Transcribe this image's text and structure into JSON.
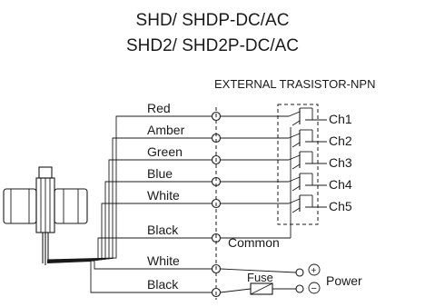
{
  "title_line1": "SHD/ SHDP-DC/AC",
  "title_line2": "SHD2/ SHD2P-DC/AC",
  "external_label": "EXTERNAL TRASISTOR-NPN",
  "wires": [
    {
      "label": "Red"
    },
    {
      "label": "Amber"
    },
    {
      "label": "Green"
    },
    {
      "label": "Blue"
    },
    {
      "label": "White"
    },
    {
      "label": "Black"
    },
    {
      "label": "White"
    },
    {
      "label": "Black"
    }
  ],
  "channels": [
    "Ch1",
    "Ch2",
    "Ch3",
    "Ch4",
    "Ch5"
  ],
  "common_label": "Common",
  "fuse_label": "Fuse",
  "power_label": "Power",
  "plus_symbol": "+",
  "minus_symbol": "−"
}
